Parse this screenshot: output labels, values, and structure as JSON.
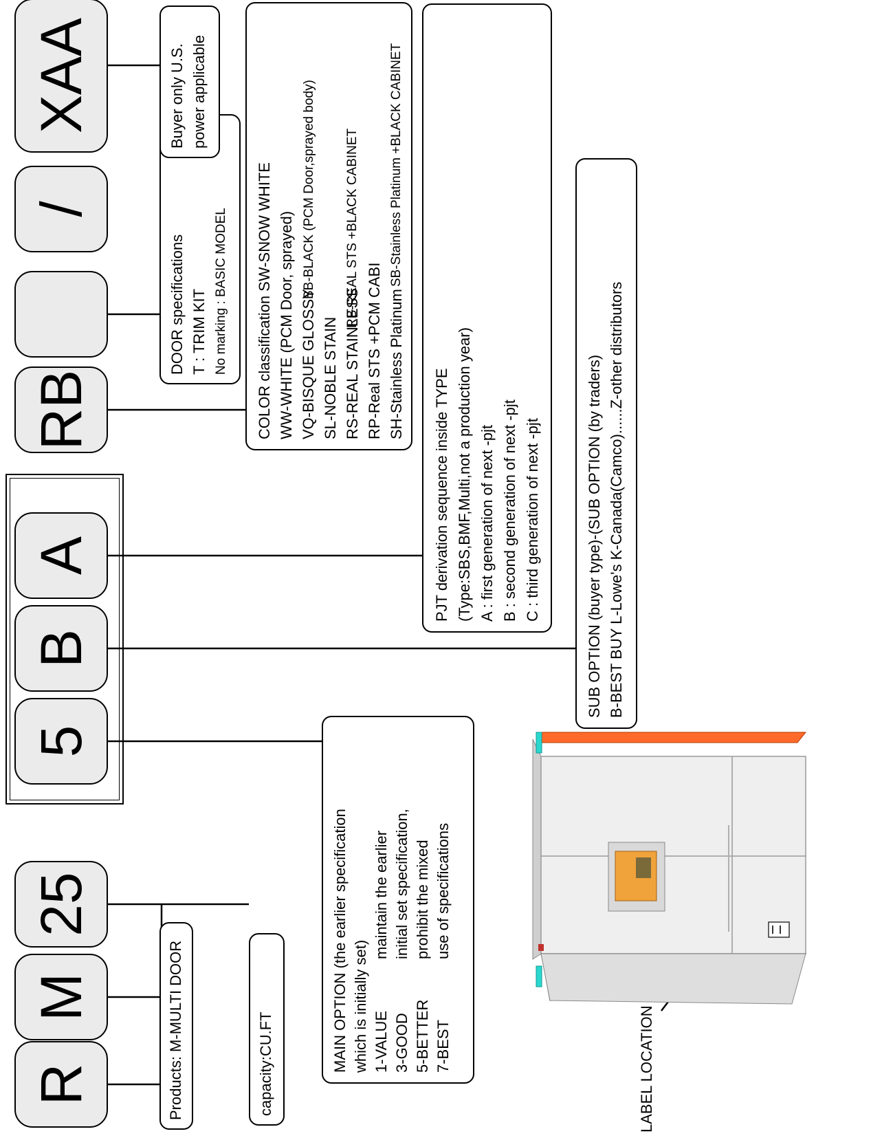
{
  "codes": [
    "R",
    "M",
    "25",
    "5",
    "B",
    "A",
    "RB",
    "",
    "/",
    "XAA"
  ],
  "boxes": {
    "products": "Products: M-MULTI DOOR",
    "capacity": "capacity:CU.FT",
    "main_option": {
      "title1": "MAIN OPTION (the earlier specification",
      "title2": "which is initially set)",
      "opts": [
        "1-VALUE",
        "3-GOOD",
        "5-BETTER",
        "7-BEST"
      ],
      "desc": [
        "maintain the earlier",
        "initial set specification,",
        "prohibit the mixed",
        "use of specifications"
      ]
    },
    "sub_option": {
      "line1": "SUB OPTION (buyer type)-(SUB OPTION (by traders)",
      "line2": "B-BEST BUY L-Lowe's    K-Canada(Camco)......Z-other distributors"
    },
    "pjt": {
      "lines": [
        "PJT derivation sequence inside TYPE",
        "(Type:SBS,BMF,Multi,not a production year)",
        "A : first generation of next -pjt",
        "B : second generation of next -pjt",
        "C : third generation of next -pjt"
      ]
    },
    "color": {
      "title": "COLOR classification SW-SNOW WHITE",
      "left": [
        "WW-WHITE (PCM Door, sprayed)",
        "VQ-BISQUE GLOSSY",
        "SL-NOBLE STAIN",
        "RS-REAL STAINLESS",
        "RP-Real STS +PCM CABI",
        "SH-Stainless Platinum"
      ],
      "right": [
        "BB-BLACK (PCM Door,sprayed body)",
        "RB-REAL STS +BLACK CABINET",
        "SB-Stainless Platinum +BLACK CABINET"
      ]
    },
    "door": [
      "DOOR specifications",
      "T : TRIM KIT",
      "No marking : BASIC MODEL"
    ],
    "buyer": [
      "Buyer only U.S.",
      "power applicable"
    ]
  },
  "label_location": "LABEL LOCATION"
}
